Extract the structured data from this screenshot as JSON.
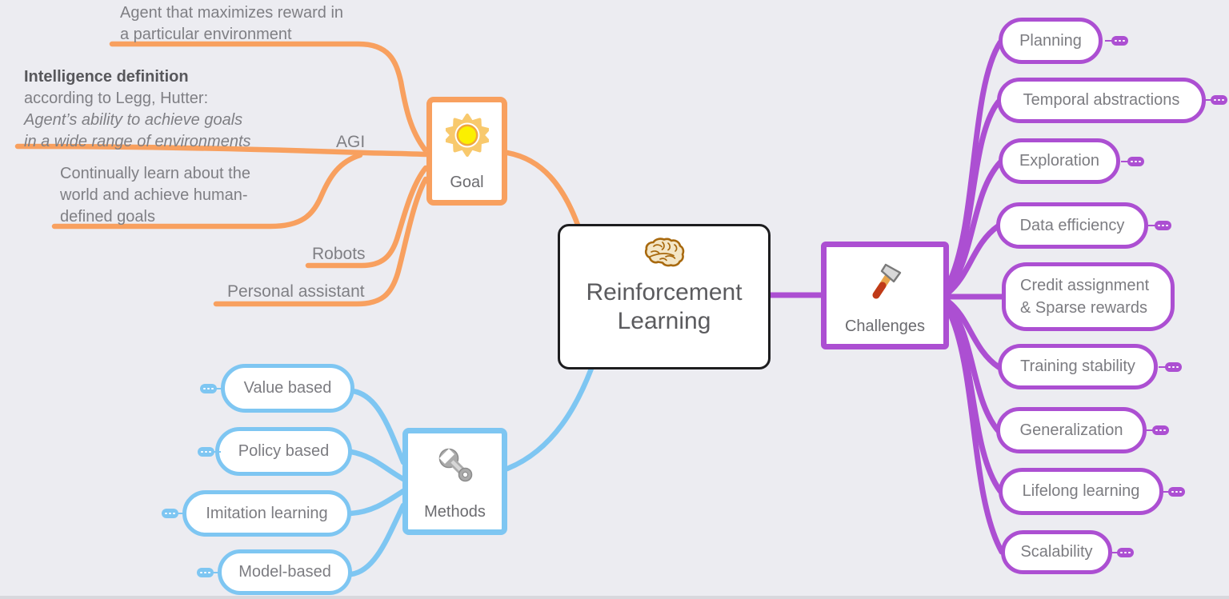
{
  "colors": {
    "background": "#ECECF1",
    "orange_branch": "#F8A05F",
    "blue_branch": "#7EC6F2",
    "purple_branch": "#AC4FD2",
    "label_text": "#7F7F84",
    "node_text": "#6B6B6F",
    "central_text": "#5B5B5E",
    "central_border": "#1D1D1F"
  },
  "central": {
    "icon": "brain-icon",
    "title_line1": "Reinforcement",
    "title_line2": "Learning"
  },
  "goal": {
    "label": "Goal",
    "icon": "sun-icon",
    "agi_label": "AGI",
    "robots_label": "Robots",
    "assistant_label": "Personal assistant",
    "note_agent": {
      "line1": "Agent that maximizes reward in",
      "line2": "a particular environment"
    },
    "note_intelligence": {
      "line1": "Intelligence definition",
      "line2": "according to Legg, Hutter:",
      "line3": "Agent’s ability to achieve goals",
      "line4": "in a wide range of environments"
    },
    "note_continually": {
      "line1": "Continually learn about the",
      "line2": "world and achieve human-",
      "line3": "defined goals"
    }
  },
  "methods": {
    "label": "Methods",
    "icon": "wrench-icon",
    "badge_icon": "ellipsis-icon",
    "items": [
      {
        "label": "Value based"
      },
      {
        "label": "Policy based"
      },
      {
        "label": "Imitation learning"
      },
      {
        "label": "Model-based"
      }
    ]
  },
  "challenges": {
    "label": "Challenges",
    "icon": "hammer-icon",
    "badge_icon": "ellipsis-icon",
    "items": [
      {
        "label": "Planning"
      },
      {
        "label": "Temporal abstractions"
      },
      {
        "label": "Exploration"
      },
      {
        "label": "Data efficiency"
      },
      {
        "label": "Credit assignment",
        "label2": "& Sparse rewards"
      },
      {
        "label": "Training stability"
      },
      {
        "label": "Generalization"
      },
      {
        "label": "Lifelong learning"
      },
      {
        "label": "Scalability"
      }
    ]
  }
}
